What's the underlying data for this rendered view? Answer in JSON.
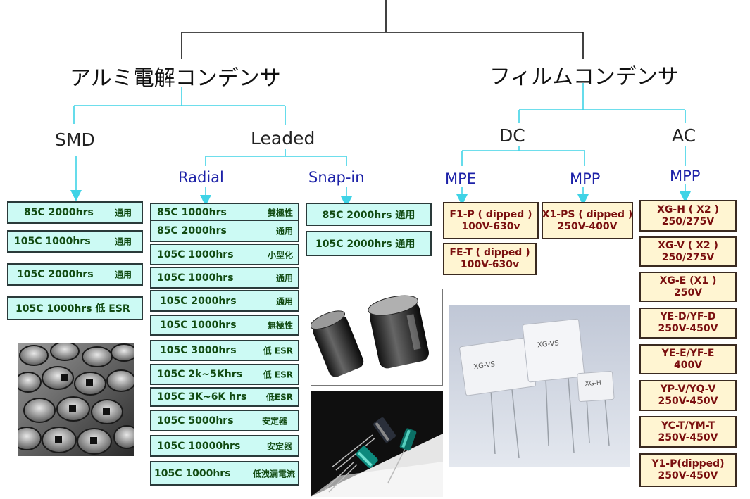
{
  "titles": {
    "aluminum": "アルミ電解コンデンサ",
    "film": "フィルムコンデンサ",
    "smd": "SMD",
    "leaded": "Leaded",
    "dc": "DC",
    "ac": "AC",
    "radial": "Radial",
    "snap_in": "Snap-in",
    "dc_mpe": "MPE",
    "dc_mpp": "MPP",
    "ac_mpp": "MPP"
  },
  "smd_items": [
    {
      "spec": "85C 2000hrs",
      "note": "通用"
    },
    {
      "spec": "105C 1000hrs",
      "note": "通用"
    },
    {
      "spec": "105C 2000hrs",
      "note": "通用"
    },
    {
      "spec": "105C 1000hrs 低 ESR",
      "note": ""
    }
  ],
  "radial_items": [
    {
      "spec": "85C 1000hrs",
      "note": "雙極性"
    },
    {
      "spec": "85C 2000hrs",
      "note": "通用"
    },
    {
      "spec": "105C 1000hrs",
      "note": "小型化"
    },
    {
      "spec": "105C 1000hrs",
      "note": "通用"
    },
    {
      "spec": "105C 2000hrs",
      "note": "通用"
    },
    {
      "spec": "105C 1000hrs",
      "note": "無極性"
    },
    {
      "spec": "105C 3000hrs",
      "note": "低 ESR"
    },
    {
      "spec": "105C 2k~5Khrs",
      "note": "低 ESR"
    },
    {
      "spec": "105C 3K~6K hrs",
      "note": "低ESR"
    },
    {
      "spec": "105C 5000hrs",
      "note": "安定器"
    },
    {
      "spec": "105C 10000hrs",
      "note": "安定器"
    },
    {
      "spec": "105C 1000hrs",
      "note": "低洩漏電流"
    }
  ],
  "snap_items": [
    {
      "spec": "85C 2000hrs 通用",
      "note": ""
    },
    {
      "spec": "105C 2000hrs 通用",
      "note": ""
    }
  ],
  "mpe_items": [
    {
      "line1": "F1-P ( dipped )",
      "line2": "100V-630v"
    },
    {
      "line1": "FE-T ( dipped )",
      "line2": "100V-630v"
    }
  ],
  "dc_mpp_items": [
    {
      "line1": "X1-PS ( dipped )",
      "line2": "250V-400V"
    }
  ],
  "ac_mpp_items": [
    {
      "line1": "XG-H ( X2 )",
      "line2": "250/275V"
    },
    {
      "line1": "XG-V ( X2 )",
      "line2": "250/275V"
    },
    {
      "line1": "XG-E (X1 )",
      "line2": "250V"
    },
    {
      "line1": "YE-D/YF-D",
      "line2": "250V-450V"
    },
    {
      "line1": "YE-E/YF-E",
      "line2": "400V"
    },
    {
      "line1": "YP-V/YQ-V",
      "line2": "250V-450V"
    },
    {
      "line1": "YC-T/YM-T",
      "line2": "250V-450V"
    },
    {
      "line1": "Y1-P(dipped)",
      "line2": "250V-450V"
    }
  ],
  "photos": {
    "film_caps": {
      "labels": [
        "XG-VS",
        "XG-VS",
        "XG-H"
      ]
    }
  },
  "colors": {
    "connector_black": "#111111",
    "connector_cyan": "#3fd3e6",
    "box_cyan": "#ccfaf4",
    "box_yellow": "#fff5d2",
    "subtitle_blue": "#1d22a8",
    "box_red_text": "#7a0f0f",
    "box_green_text": "#114a11"
  }
}
